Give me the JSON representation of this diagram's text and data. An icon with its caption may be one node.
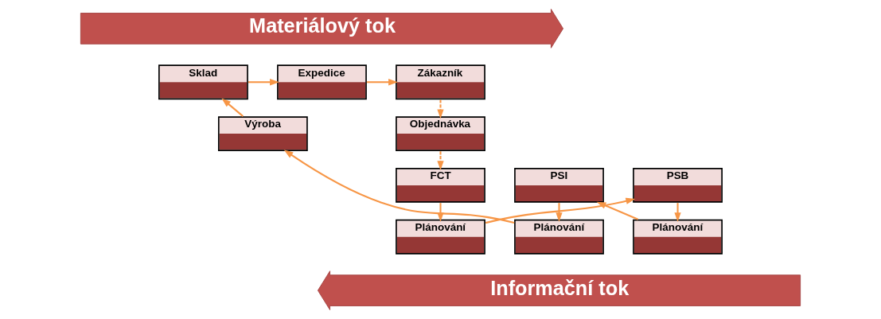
{
  "diagram": {
    "nodes": [
      {
        "text": [
          "Materiálový tok"
        ]
      },
      {
        "text": [
          "Výroba"
        ]
      },
      {
        "text": [
          "Sklad"
        ]
      },
      {
        "text": [
          "Expedice"
        ]
      },
      {
        "text": [
          "Zákazník"
        ]
      },
      {
        "text": [
          "Objednávka"
        ]
      },
      {
        "text": [
          "PSI"
        ]
      },
      {
        "text": [
          "PSB"
        ]
      },
      {
        "text": [
          "FCT"
        ]
      },
      {
        "text": [
          "Plánování"
        ]
      },
      {
        "text": [
          "Plánování"
        ]
      },
      {
        "text": [
          "Plánování"
        ]
      },
      {
        "text": [
          "Informační tok"
        ]
      }
    ],
    "edges": [
      {
        "from": 1,
        "to": 2,
        "arrow": "to"
      },
      {
        "from": 2,
        "to": 3,
        "arrow": "to"
      },
      {
        "from": 3,
        "to": 4,
        "arrow": "to"
      },
      {
        "from": 4,
        "to": 5,
        "arrow": "to",
        "style": "dashed"
      },
      {
        "from": 5,
        "to": 8,
        "arrow": "to",
        "style": "dashed"
      },
      {
        "from": 8,
        "to": 11,
        "arrow": "to"
      },
      {
        "from": 11,
        "to": 7,
        "arrow": "to"
      },
      {
        "from": 7,
        "to": 10,
        "arrow": "to"
      },
      {
        "from": 10,
        "to": 6,
        "arrow": "to"
      },
      {
        "from": 6,
        "to": 9,
        "arrow": "to"
      },
      {
        "from": 9,
        "to": 1,
        "arrow": "to"
      }
    ]
  }
}
